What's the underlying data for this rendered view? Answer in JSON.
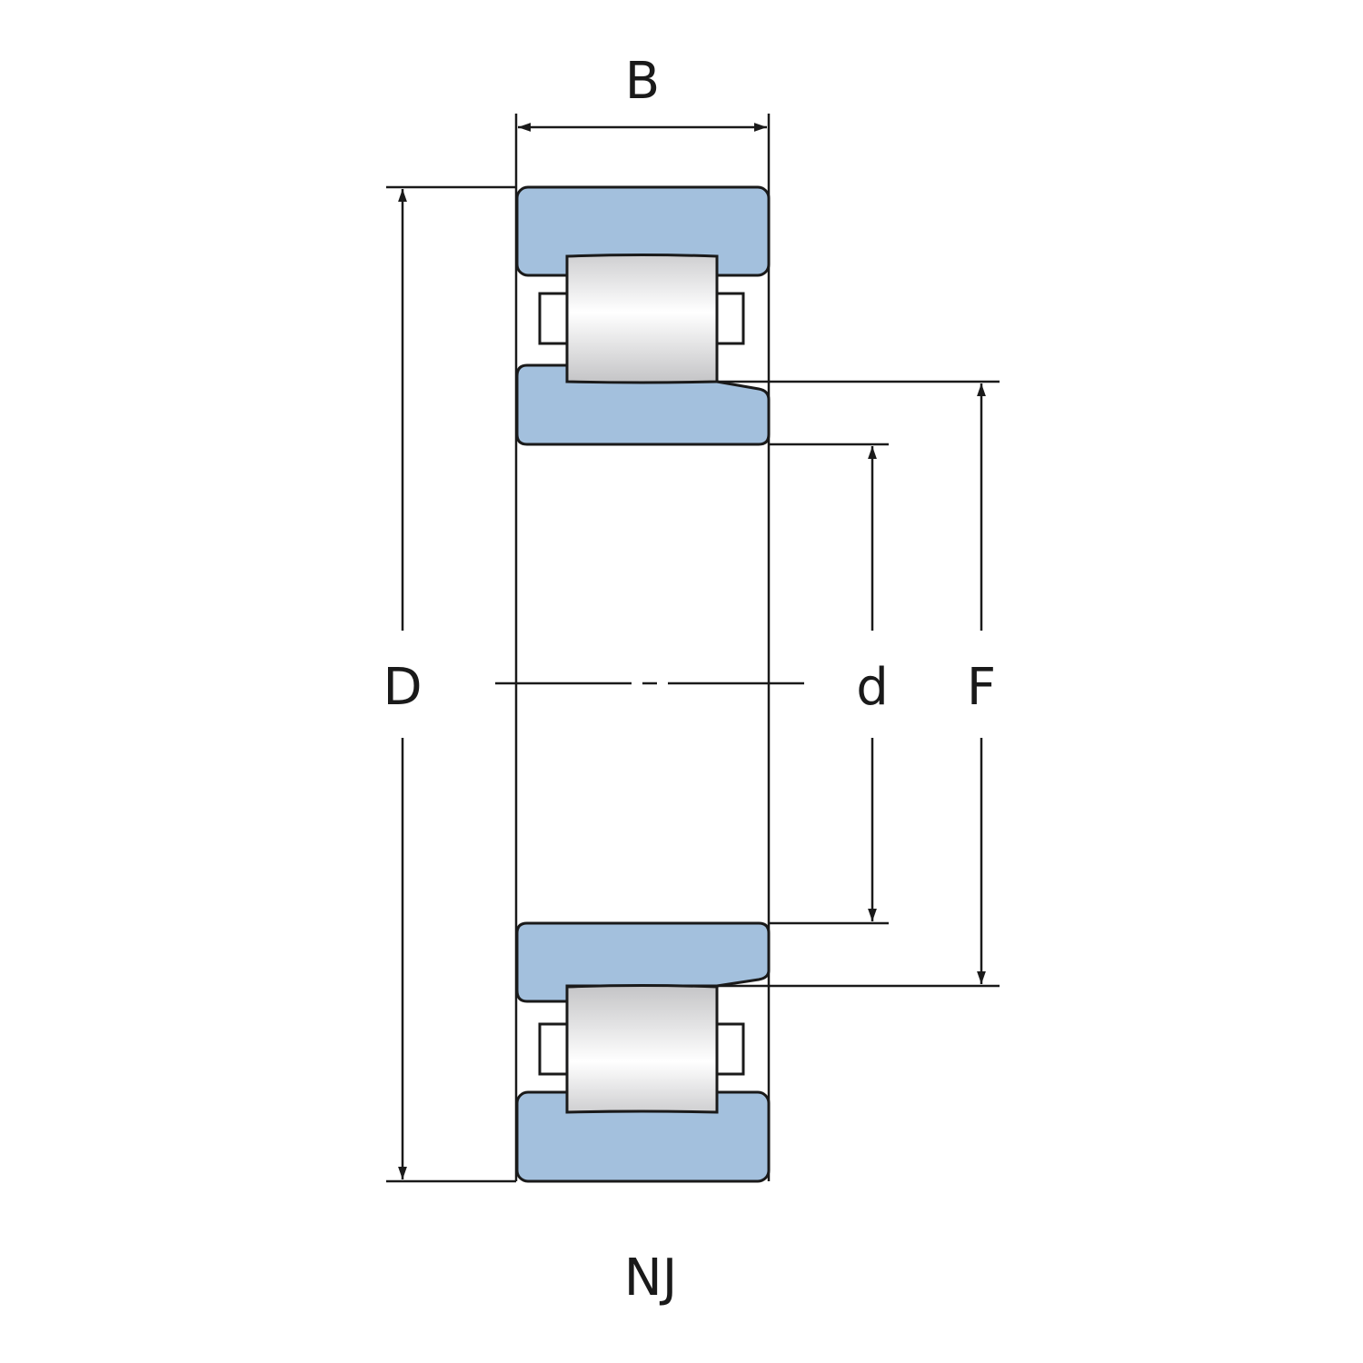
{
  "diagram": {
    "title": "NJ",
    "labels": {
      "width": "B",
      "outer_diameter": "D",
      "bore_diameter": "d",
      "raceway_diameter": "F"
    },
    "colors": {
      "ring_fill": "#a3c0dd",
      "outline": "#1a1a1a",
      "roller_light": "#ffffff",
      "roller_dark": "#c4c4c6"
    }
  }
}
